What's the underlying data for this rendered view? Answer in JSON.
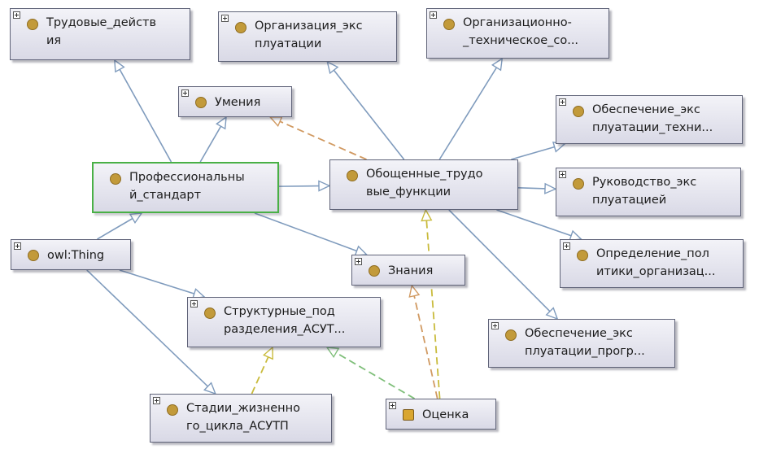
{
  "diagram": {
    "nodes": [
      {
        "id": "trudovye",
        "label": "Трудовые_действ\nия",
        "kind": "class",
        "expandable": true
      },
      {
        "id": "organizaciya",
        "label": "Организация_экс\nплуатации",
        "kind": "class",
        "expandable": true
      },
      {
        "id": "orgtech",
        "label": "Организационно-\n_техническое_со...",
        "kind": "class",
        "expandable": true
      },
      {
        "id": "umeniya",
        "label": "Умения",
        "kind": "class",
        "expandable": true
      },
      {
        "id": "obesp_tech",
        "label": "Обеспечение_экс\nплуатации_техни...",
        "kind": "class",
        "expandable": true
      },
      {
        "id": "prof",
        "label": "Профессиональны\nй_стандарт",
        "kind": "class",
        "expandable": false
      },
      {
        "id": "obobsch",
        "label": "Обощенные_трудо\nвые_функции",
        "kind": "class",
        "expandable": false
      },
      {
        "id": "rukovodstvo",
        "label": "Руководство_экс\nплуатацией",
        "kind": "class",
        "expandable": true
      },
      {
        "id": "owl",
        "label": "owl:Thing",
        "kind": "class",
        "expandable": true
      },
      {
        "id": "znaniya",
        "label": "Знания",
        "kind": "class",
        "expandable": true
      },
      {
        "id": "opredelenie",
        "label": "Определение_пол\nитики_организац...",
        "kind": "class",
        "expandable": true
      },
      {
        "id": "struktur",
        "label": "Структурные_под\nразделения_АСУТ...",
        "kind": "class",
        "expandable": true
      },
      {
        "id": "obesp_prog",
        "label": "Обеспечение_экс\nплуатации_прогр...",
        "kind": "class",
        "expandable": true
      },
      {
        "id": "stadii",
        "label": "Стадии_жизненно\nго_цикла_АСУТП",
        "kind": "class",
        "expandable": true
      },
      {
        "id": "ocenka",
        "label": "Оценка",
        "kind": "individual",
        "expandable": true
      }
    ],
    "edges": [
      {
        "from": "prof",
        "to": "trudovye",
        "type": "subclass"
      },
      {
        "from": "prof",
        "to": "umeniya",
        "type": "subclass"
      },
      {
        "from": "prof",
        "to": "obobsch",
        "type": "subclass"
      },
      {
        "from": "prof",
        "to": "znaniya",
        "type": "subclass"
      },
      {
        "from": "owl",
        "to": "prof",
        "type": "subclass"
      },
      {
        "from": "owl",
        "to": "struktur",
        "type": "subclass"
      },
      {
        "from": "owl",
        "to": "stadii",
        "type": "subclass"
      },
      {
        "from": "obobsch",
        "to": "organizaciya",
        "type": "subclass"
      },
      {
        "from": "obobsch",
        "to": "orgtech",
        "type": "subclass"
      },
      {
        "from": "obobsch",
        "to": "obesp_tech",
        "type": "subclass"
      },
      {
        "from": "obobsch",
        "to": "rukovodstvo",
        "type": "subclass"
      },
      {
        "from": "obobsch",
        "to": "opredelenie",
        "type": "subclass"
      },
      {
        "from": "obobsch",
        "to": "obesp_prog",
        "type": "subclass"
      },
      {
        "from": "obobsch",
        "to": "umeniya",
        "type": "property-orange"
      },
      {
        "from": "ocenka",
        "to": "obobsch",
        "type": "property-yellow"
      },
      {
        "from": "ocenka",
        "to": "znaniya",
        "type": "property-orange"
      },
      {
        "from": "ocenka",
        "to": "struktur",
        "type": "property-green"
      },
      {
        "from": "stadii",
        "to": "struktur",
        "type": "property-yellow"
      }
    ],
    "edge_colors": {
      "subclass": "#7f9bbd",
      "property-orange": "#d19a62",
      "property-yellow": "#c9bb3c",
      "property-green": "#7fbf7a"
    }
  }
}
